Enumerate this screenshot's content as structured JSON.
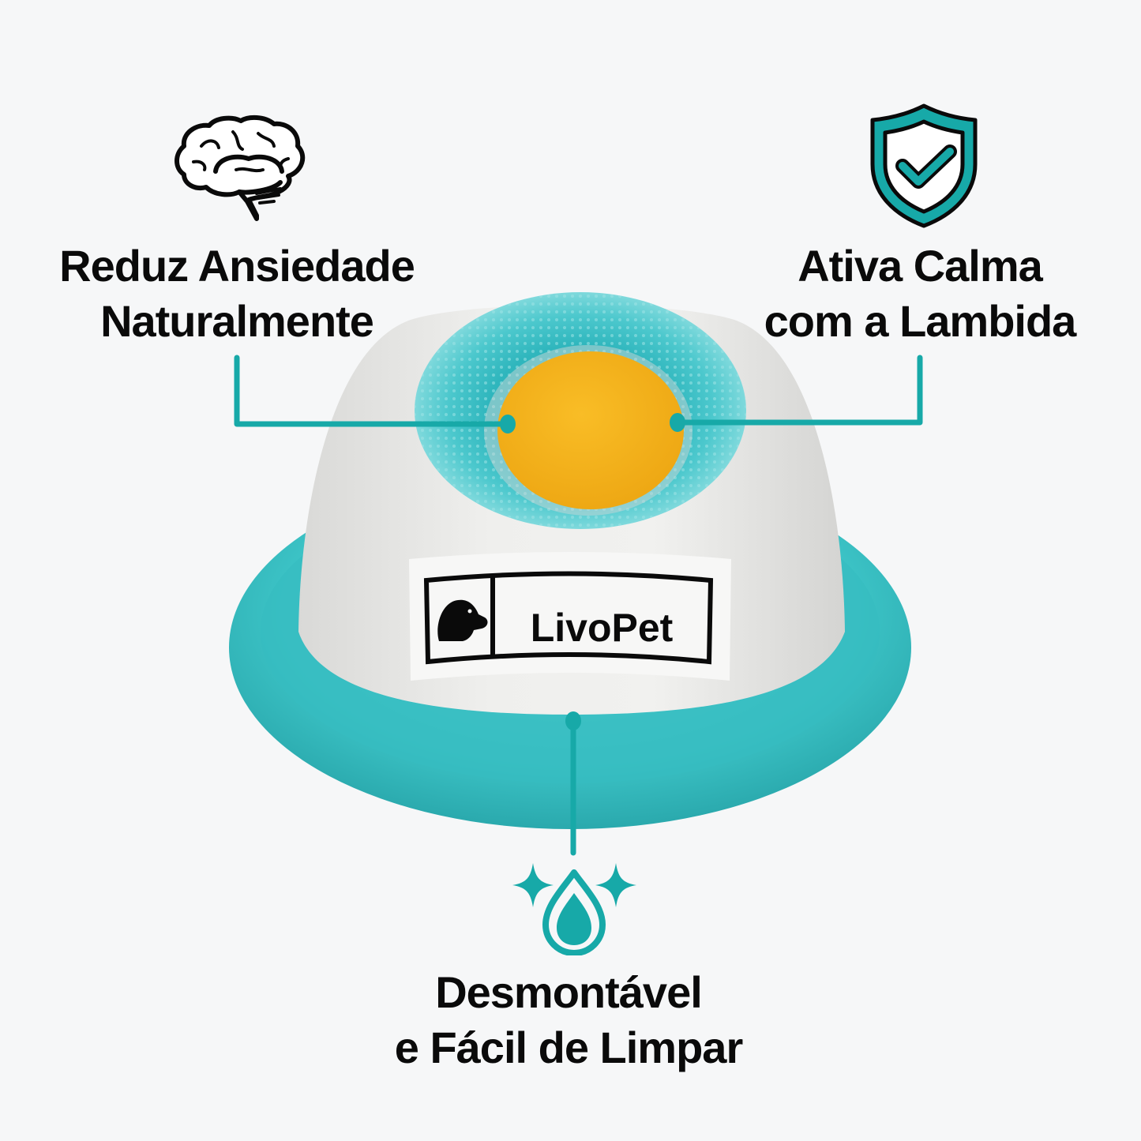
{
  "brand": {
    "name": "LivoPet",
    "logo_icon": "dog-head-icon"
  },
  "colors": {
    "accent_teal": "#17a9a8",
    "product_teal": "#3cc3c6",
    "product_white": "#e9e9e7",
    "product_yellow": "#f4b21c",
    "text": "#0a0a0a",
    "background": "#f6f7f8"
  },
  "features": [
    {
      "icon": "brain-icon",
      "lines": [
        "Reduz Ansiedade",
        "Naturalmente"
      ]
    },
    {
      "icon": "shield-check-icon",
      "lines": [
        "Ativa Calma",
        "com a Lambida"
      ]
    },
    {
      "icon": "sparkling-water-drop-icon",
      "lines": [
        "Desmontável",
        "e Fácil de Limpar"
      ]
    }
  ]
}
